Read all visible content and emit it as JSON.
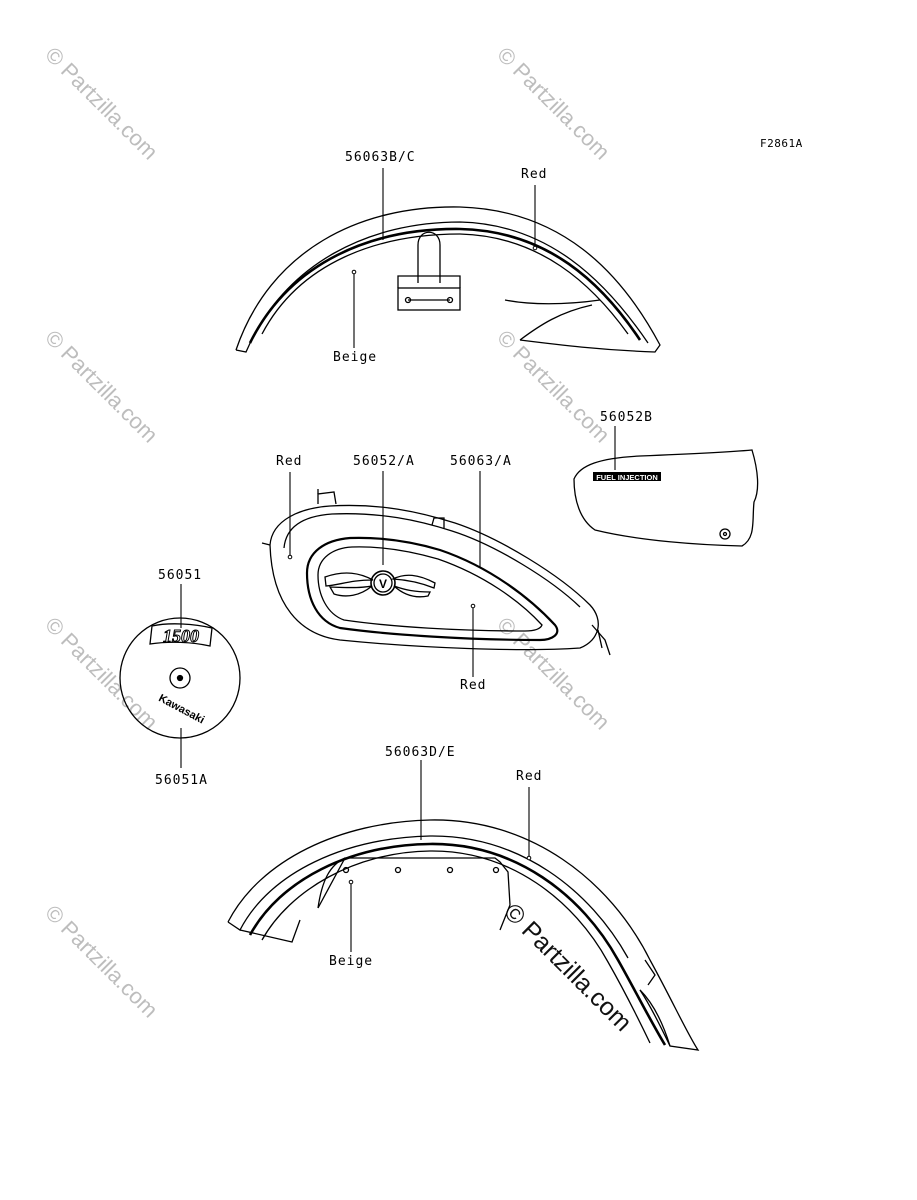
{
  "figure_code": "F2861A",
  "watermark_text": "© Partzilla.com",
  "callouts": {
    "rear_fender_part": "56063B/C",
    "rear_fender_red": "Red",
    "rear_fender_beige": "Beige",
    "tank_red_left": "Red",
    "tank_emblem_part": "56052/A",
    "tank_stripe_part": "56063/A",
    "tank_red_bottom": "Red",
    "side_cover_part": "56052B",
    "air_cleaner_top_part": "56051",
    "air_cleaner_bottom_part": "56051A",
    "front_fender_part": "56063D/E",
    "front_fender_red": "Red",
    "front_fender_beige": "Beige"
  },
  "decal_text": {
    "side_cover": "FUEL INJECTION",
    "emblem_letter": "V",
    "air_cleaner_top": "1500",
    "air_cleaner_bottom": "Kawasaki"
  }
}
